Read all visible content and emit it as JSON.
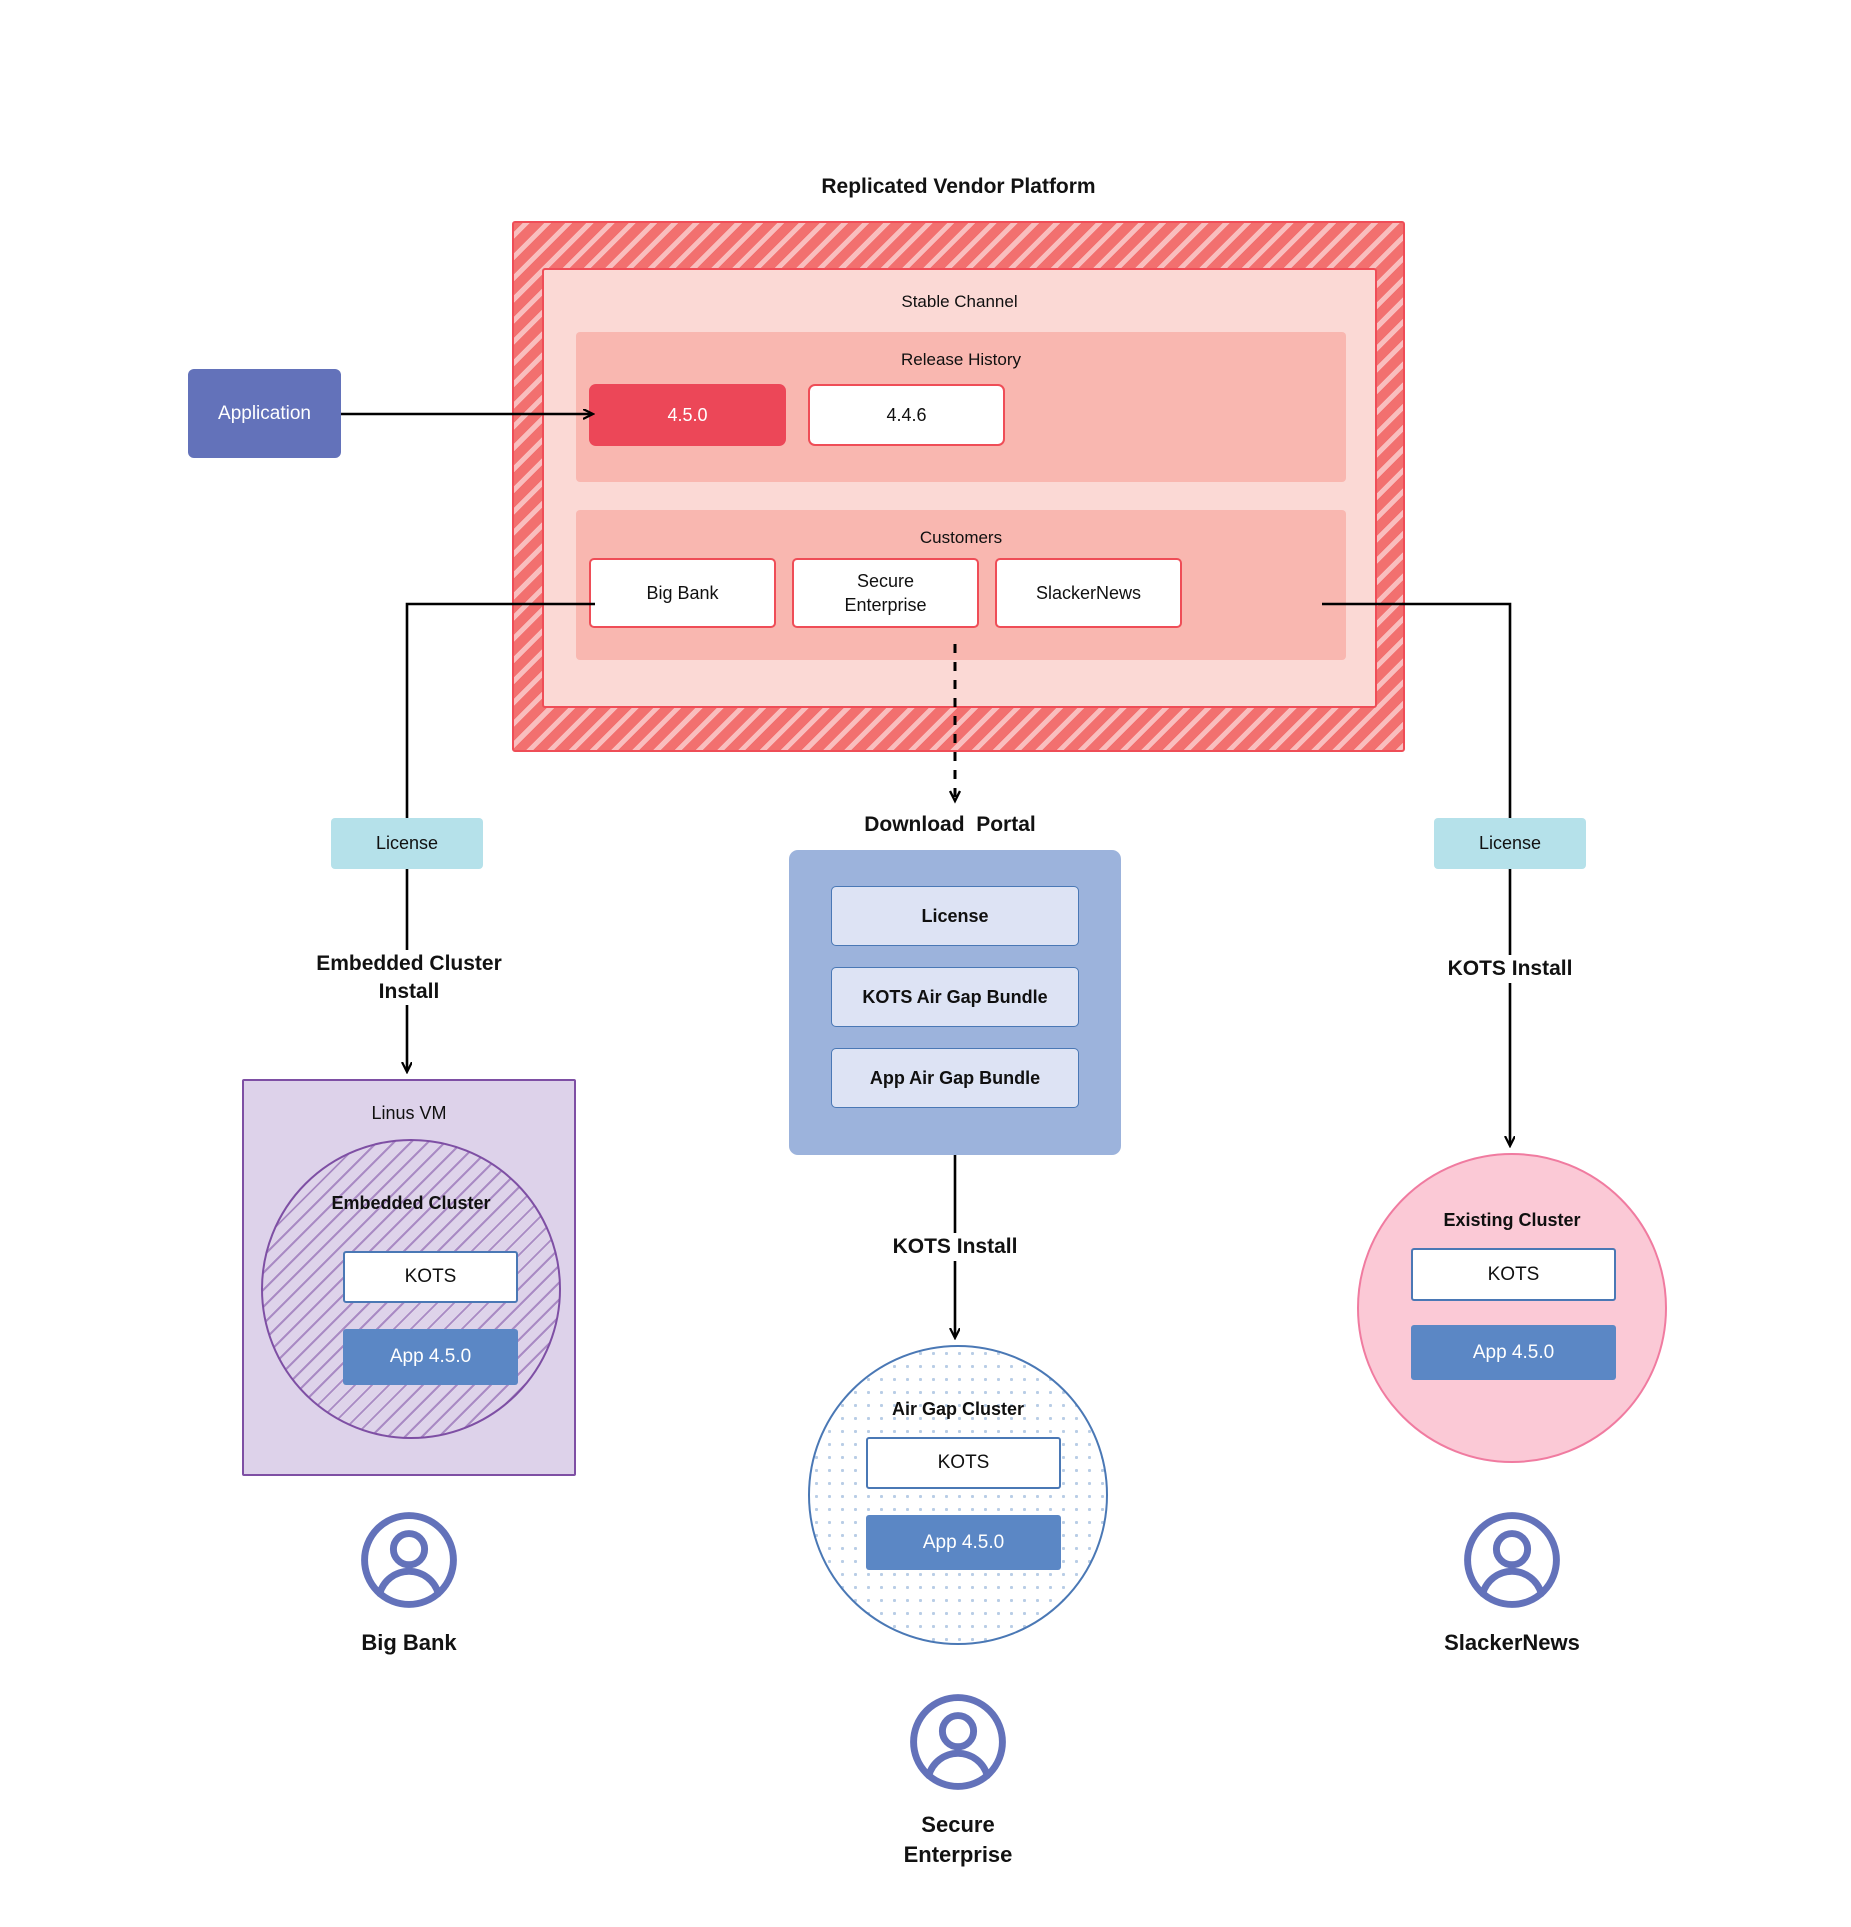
{
  "diagram": {
    "title": "Replicated Vendor Platform",
    "application_box": {
      "label": "Application"
    },
    "vendor_platform": {
      "label": "Replicated Vendor Platform",
      "stable_channel": {
        "label": "Stable Channel",
        "release_history": {
          "label": "Release History",
          "releases": [
            {
              "version": "4.5.0",
              "state": "current"
            },
            {
              "version": "4.4.6",
              "state": "previous"
            }
          ]
        },
        "customers": {
          "label": "Customers",
          "items": [
            {
              "name": "Big Bank"
            },
            {
              "name": "Secure\nEnterprise"
            },
            {
              "name": "SlackerNews"
            }
          ]
        }
      }
    },
    "licenses": [
      {
        "label": "License",
        "position": "left"
      },
      {
        "label": "License",
        "position": "right"
      }
    ],
    "edge_labels": {
      "embedded_cluster_install": "Embedded Cluster\nInstall",
      "kots_install_center": "KOTS Install",
      "kots_install_right": "KOTS Install"
    },
    "download_portal": {
      "title": "Download  Portal",
      "items": [
        {
          "label": "License"
        },
        {
          "label": "KOTS Air Gap Bundle"
        },
        {
          "label": "App Air Gap Bundle"
        }
      ]
    },
    "targets": {
      "linus_vm": {
        "label": "Linus VM",
        "embedded_cluster": {
          "label": "Embedded Cluster",
          "kots": "KOTS",
          "app": "App 4.5.0"
        }
      },
      "air_gap_cluster": {
        "label": "Air Gap Cluster",
        "kots": "KOTS",
        "app": "App 4.5.0"
      },
      "existing_cluster": {
        "label": "Existing Cluster",
        "kots": "KOTS",
        "app": "App 4.5.0"
      }
    },
    "users": [
      {
        "name": "Big Bank",
        "icon": "user-avatar-icon"
      },
      {
        "name": "Secure\nEnterprise",
        "icon": "user-avatar-icon"
      },
      {
        "name": "SlackerNews",
        "icon": "user-avatar-icon"
      }
    ],
    "colors": {
      "platform_hatch": "#f2706f",
      "platform_border": "#ef4d57",
      "stable_channel_bg": "#fbd9d5",
      "section_bg": "#f9b7b0",
      "release_current": "#ec4758",
      "application": "#6372ba",
      "license": "#b5e1ea",
      "download_portal": "#9cb3dc",
      "portal_item": "#dde3f4",
      "linus_vm": "#ddd2ea",
      "embedded_cluster_border": "#7e4fa4",
      "existing_cluster": "#fbc9d6",
      "existing_cluster_border": "#f07ba0",
      "cluster_blue": "#4a78b5",
      "app_chip": "#5b87c5",
      "avatar": "#6372ba"
    }
  }
}
